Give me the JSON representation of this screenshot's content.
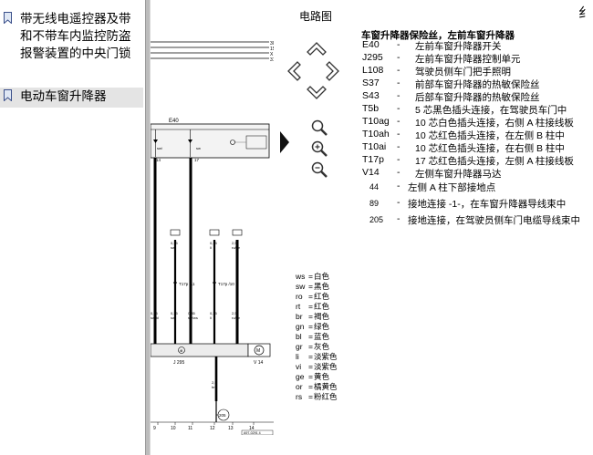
{
  "toc": {
    "items": [
      {
        "label": "带无线电遥控器及带和不带车内监控防盗报警装置的中央门锁",
        "selected": false
      },
      {
        "label": "电动车窗升降器",
        "selected": true
      }
    ]
  },
  "page": {
    "title": "电路图",
    "corner_char": "纟"
  },
  "diagram": {
    "top_labels": [
      "30",
      "15",
      "X",
      "31"
    ],
    "component_e40": "E40",
    "fuse_label_left": "sw/",
    "fuse_label_right": "sw",
    "ref_14": "14",
    "ref_17": "17",
    "wire_specs": [
      {
        "size": "0,35",
        "color": "sw"
      },
      {
        "size": "0,35",
        "color": "li"
      },
      {
        "size": "2,5",
        "color": "ro/ge"
      }
    ],
    "connector_t17p_11": "T17p /11",
    "connector_t17p_10": "T17p /10",
    "lower_wire_specs": [
      {
        "size": "0,35",
        "color": "sw/bl"
      },
      {
        "size": "0,35",
        "color": "sw"
      },
      {
        "size": "0,35",
        "color": "sw/ws"
      },
      {
        "size": "0,35",
        "color": "li"
      },
      {
        "size": "2,5",
        "color": "ro/ge"
      }
    ],
    "j295": "J 295",
    "v14": "V 14",
    "ground_wire": {
      "size": "2,5",
      "color": "br"
    },
    "ground_point": "205",
    "bottom_numbers": [
      "9",
      "10",
      "11",
      "12",
      "13",
      "14"
    ],
    "doc_number": "A97-0291 4"
  },
  "legend": {
    "title": "车窗升降器保险丝，左前车窗升降器",
    "rows": [
      {
        "code": "E40",
        "desc": "左前车窗升降器开关"
      },
      {
        "code": "J295",
        "desc": "左前车窗升降器控制单元"
      },
      {
        "code": "L108",
        "desc": "驾驶员侧车门把手照明"
      },
      {
        "code": "S37",
        "desc": "前部车窗升降器的热敏保险丝"
      },
      {
        "code": "S43",
        "desc": "后部车窗升降器的热敏保险丝"
      },
      {
        "code": "T5b",
        "desc": "5 芯黑色插头连接，在驾驶员车门中"
      },
      {
        "code": "T10ag",
        "desc": "10 芯白色插头连接，右侧 A 柱接线板"
      },
      {
        "code": "T10ah",
        "desc": "10 芯红色插头连接，在左侧 B 柱中"
      },
      {
        "code": "T10ai",
        "desc": "10 芯红色插头连接，在右侧 B 柱中"
      },
      {
        "code": "T17p",
        "desc": "17 芯红色插头连接，左侧 A 柱接线板"
      },
      {
        "code": "V14",
        "desc": "左侧车窗升降器马达"
      },
      {
        "code": "44",
        "desc": "左侧 A 柱下部接地点"
      },
      {
        "code": "89",
        "desc": "接地连接 -1-，在车窗升降器导线束中"
      },
      {
        "code": "205",
        "desc": "接地连接，在驾驶员侧车门电缆导线束中"
      }
    ]
  },
  "colors": {
    "rows": [
      {
        "abbr": "ws",
        "name": "白色"
      },
      {
        "abbr": "sw",
        "name": "黑色"
      },
      {
        "abbr": "ro",
        "name": "红色"
      },
      {
        "abbr": "rt",
        "name": "红色"
      },
      {
        "abbr": "br",
        "name": "褐色"
      },
      {
        "abbr": "gn",
        "name": "绿色"
      },
      {
        "abbr": "bl",
        "name": "蓝色"
      },
      {
        "abbr": "gr",
        "name": "灰色"
      },
      {
        "abbr": "li",
        "name": "淡紫色"
      },
      {
        "abbr": "vi",
        "name": "淡紫色"
      },
      {
        "abbr": "ge",
        "name": "黄色"
      },
      {
        "abbr": "or",
        "name": "橘黄色"
      },
      {
        "abbr": "rs",
        "name": "粉红色"
      }
    ]
  },
  "nav_icons": [
    "up-arrow-icon",
    "left-arrow-icon",
    "right-arrow-icon",
    "down-arrow-icon",
    "next-page-icon",
    "zoom-icon",
    "zoom-in-icon",
    "zoom-out-icon"
  ],
  "theme": {
    "toc_selected_bg": "#e4e4e4",
    "splitter": "#bcbcbc",
    "strip_bg": "#ececec"
  }
}
